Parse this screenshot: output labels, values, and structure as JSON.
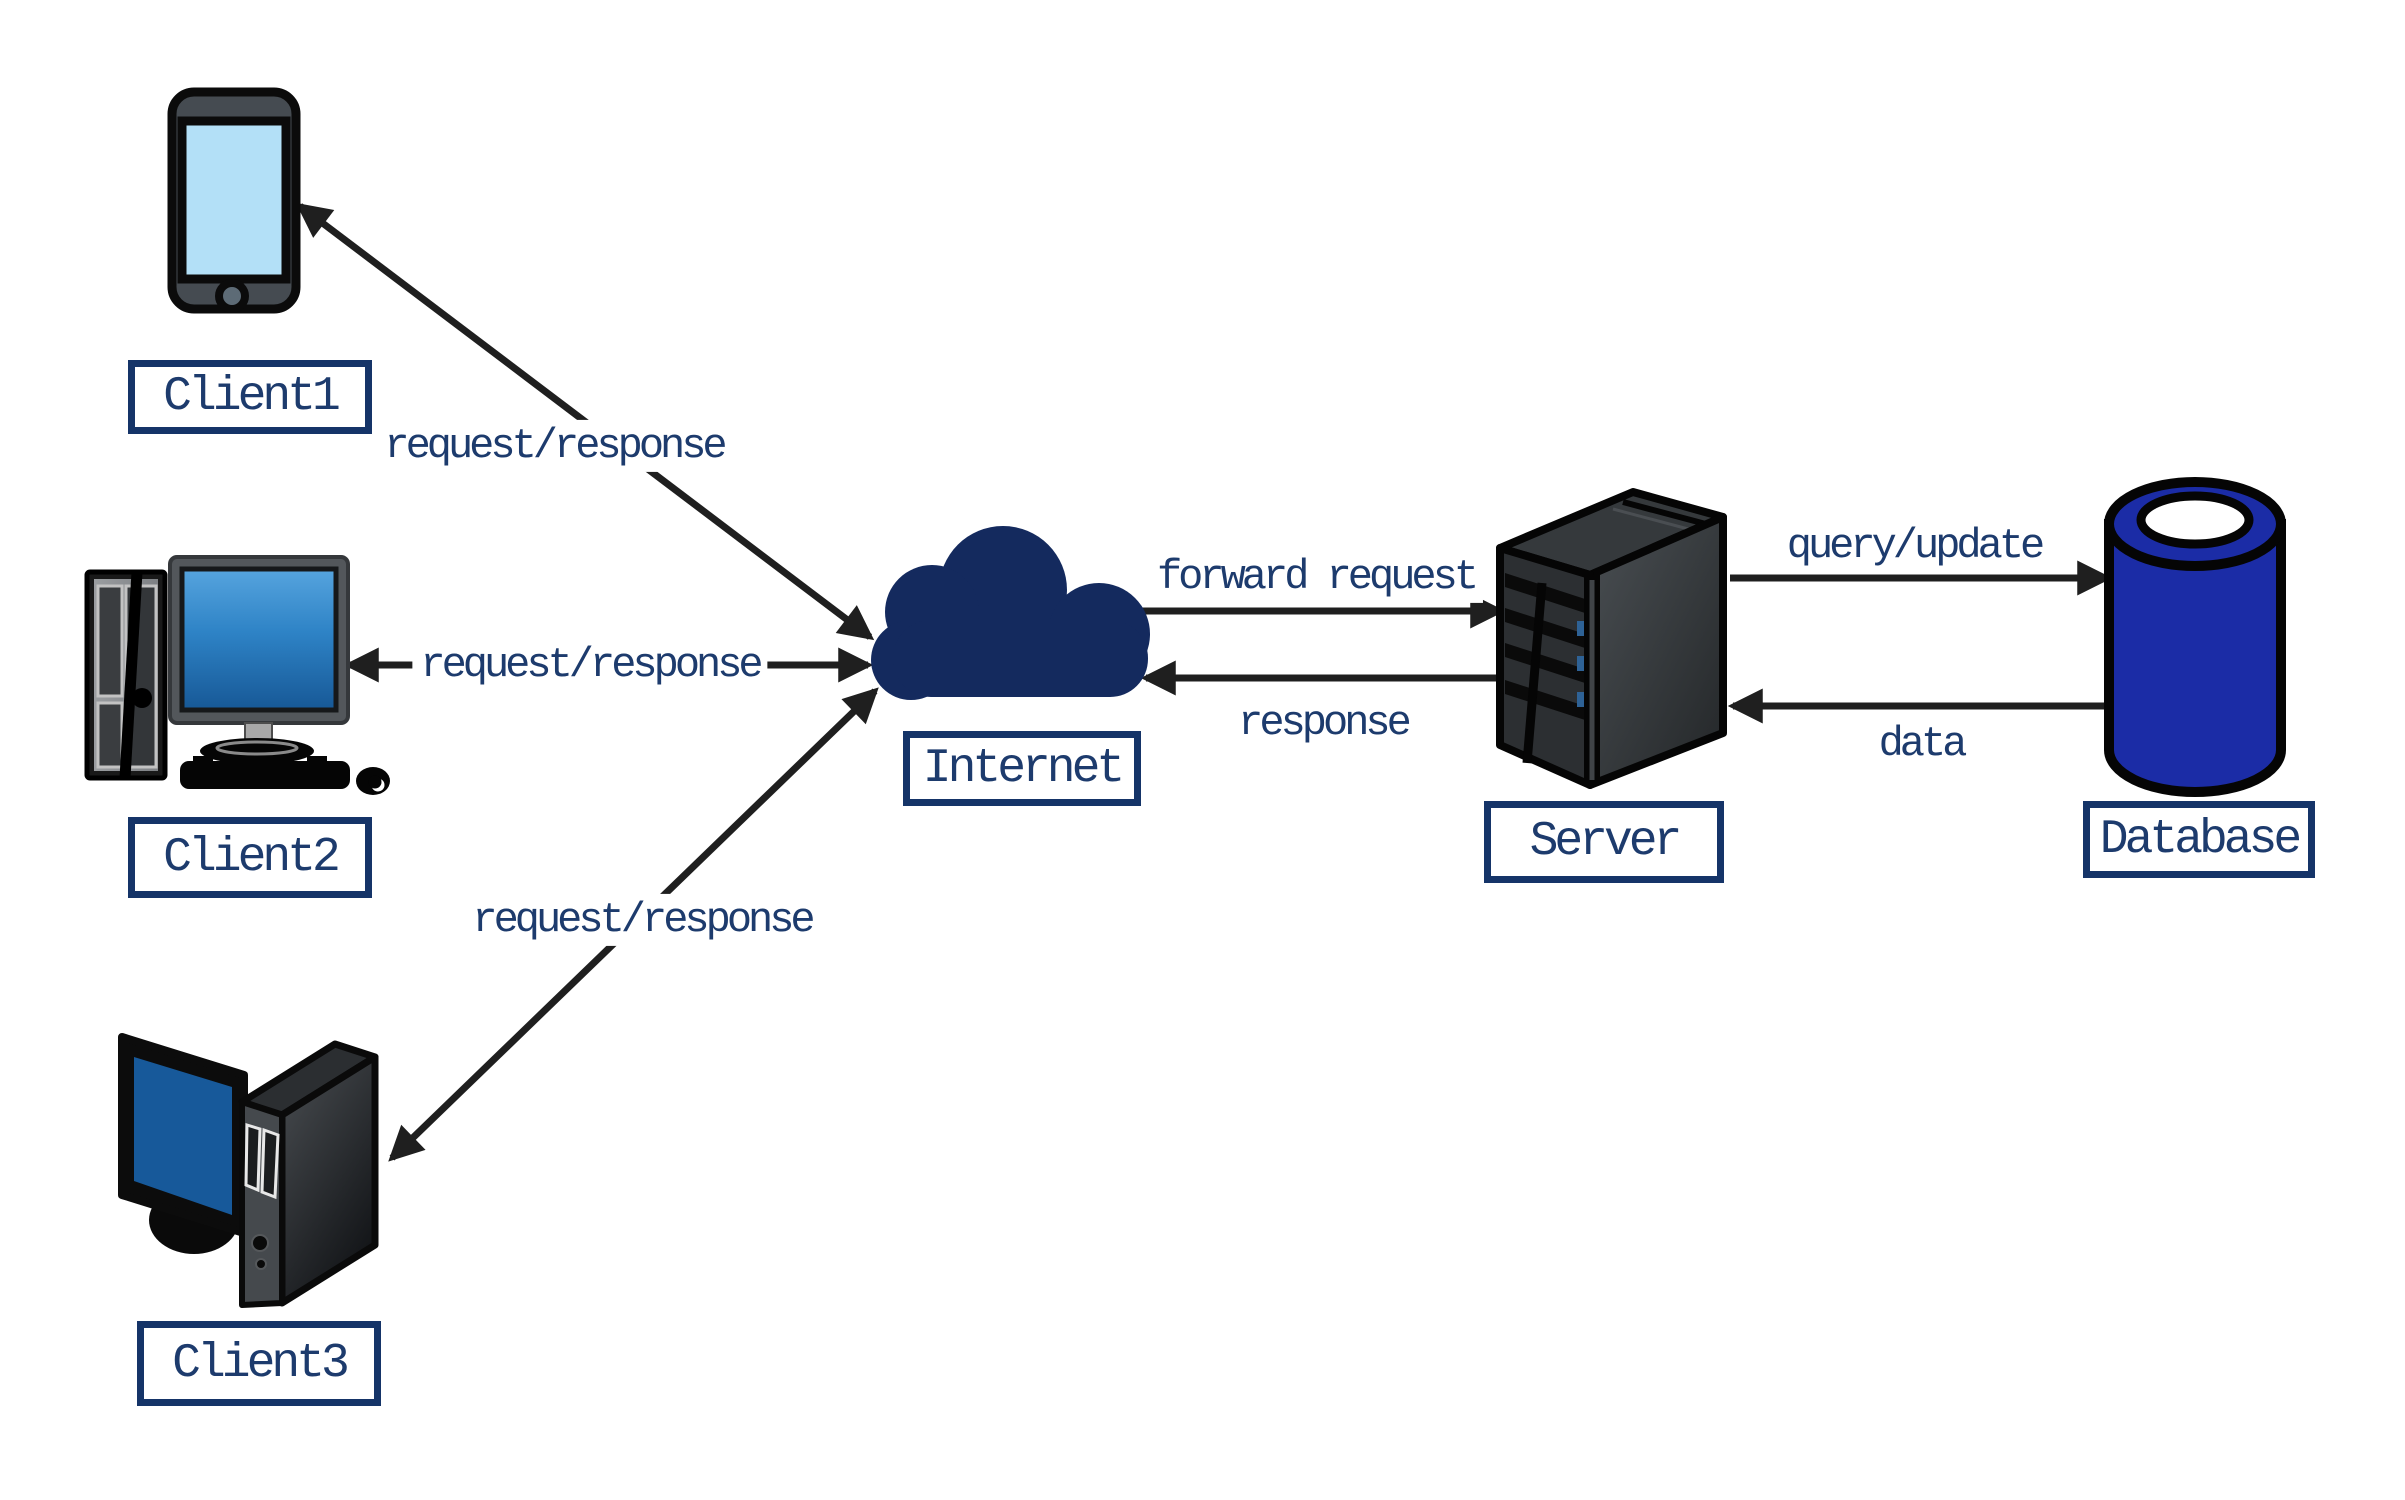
{
  "diagram": {
    "title": "client-server network architecture diagram",
    "background": "#ffffff"
  },
  "colors": {
    "label_text": "#1d3b6d",
    "label_border": "#153468",
    "cloud_fill": "#142a5e",
    "arrow_color": "#1f1f1f",
    "database_fill": "#1b2ca6",
    "phone_screen": "#b3e0f7",
    "monitor_screen": "#3b8fd0",
    "workstation_screen": "#17599a",
    "icon_dark_gray": "#2c2f32"
  },
  "nodes": [
    {
      "id": "client1",
      "label": "Client1",
      "icon": "smartphone-icon"
    },
    {
      "id": "client2",
      "label": "Client2",
      "icon": "desktop-computer-icon"
    },
    {
      "id": "client3",
      "label": "Client3",
      "icon": "workstation-computer-icon"
    },
    {
      "id": "internet",
      "label": "Internet",
      "icon": "cloud-icon"
    },
    {
      "id": "server",
      "label": "Server",
      "icon": "server-tower-icon"
    },
    {
      "id": "database",
      "label": "Database",
      "icon": "database-cylinder-icon"
    }
  ],
  "edges": [
    {
      "from": "client1",
      "to": "internet",
      "label": "request/response",
      "direction": "both"
    },
    {
      "from": "client2",
      "to": "internet",
      "label": "request/response",
      "direction": "both"
    },
    {
      "from": "client3",
      "to": "internet",
      "label": "request/response",
      "direction": "both"
    },
    {
      "from": "internet",
      "to": "server",
      "label": "forward request",
      "direction": "forward"
    },
    {
      "from": "server",
      "to": "internet",
      "label": "response",
      "direction": "forward"
    },
    {
      "from": "server",
      "to": "database",
      "label": "query/update",
      "direction": "forward"
    },
    {
      "from": "database",
      "to": "server",
      "label": "data",
      "direction": "forward"
    }
  ]
}
